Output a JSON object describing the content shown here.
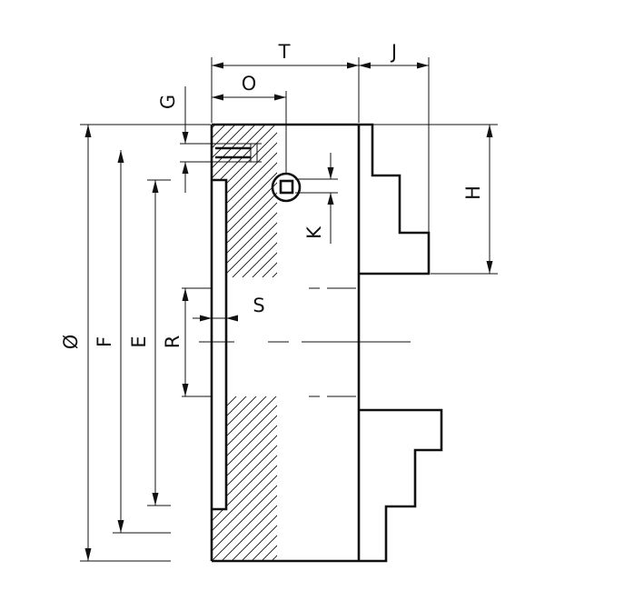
{
  "labels": {
    "T": "T",
    "J": "J",
    "O": "O",
    "G": "G",
    "H": "H",
    "K": "K",
    "S": "S",
    "diameter": "Ø",
    "F": "F",
    "E": "E",
    "R": "R"
  },
  "colors": {
    "line": "#111111",
    "background": "#ffffff"
  }
}
